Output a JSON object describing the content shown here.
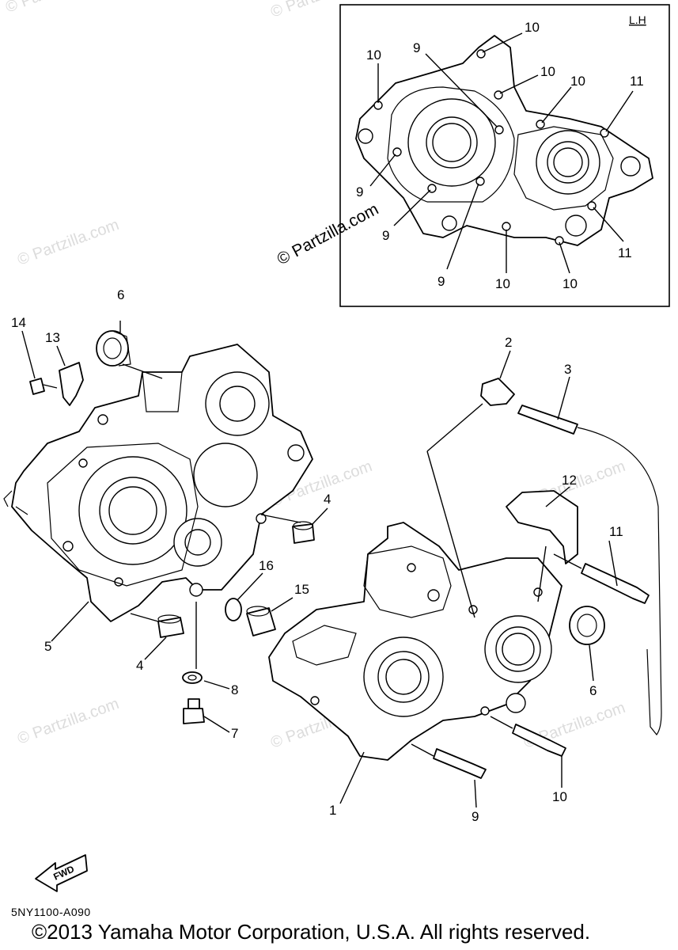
{
  "inset": {
    "side_label": "L.H"
  },
  "watermark": "© Partzilla.com",
  "fwd_arrow": "FWD",
  "diagram_code": "5NY1100-A090",
  "copyright": "©2013  Yamaha Motor Corporation, U.S.A. All rights reserved.",
  "callouts": {
    "inset_10_top": "10",
    "inset_10_left": "10",
    "inset_9_top": "9",
    "inset_10_mid": "10",
    "inset_10_right": "10",
    "inset_11_top": "11",
    "inset_9_left": "9",
    "inset_9_bottom": "9",
    "inset_9_lower": "9",
    "inset_10_bottom_a": "10",
    "inset_10_bottom_b": "10",
    "inset_11_bottom": "11",
    "p6_top": "6",
    "p14": "14",
    "p13": "13",
    "p2": "2",
    "p3": "3",
    "p12": "12",
    "p4_right": "4",
    "p16": "16",
    "p15": "15",
    "p11": "11",
    "p5": "5",
    "p4_left": "4",
    "p6_right": "6",
    "p8": "8",
    "p7": "7",
    "p1": "1",
    "p9": "9",
    "p10": "10"
  }
}
